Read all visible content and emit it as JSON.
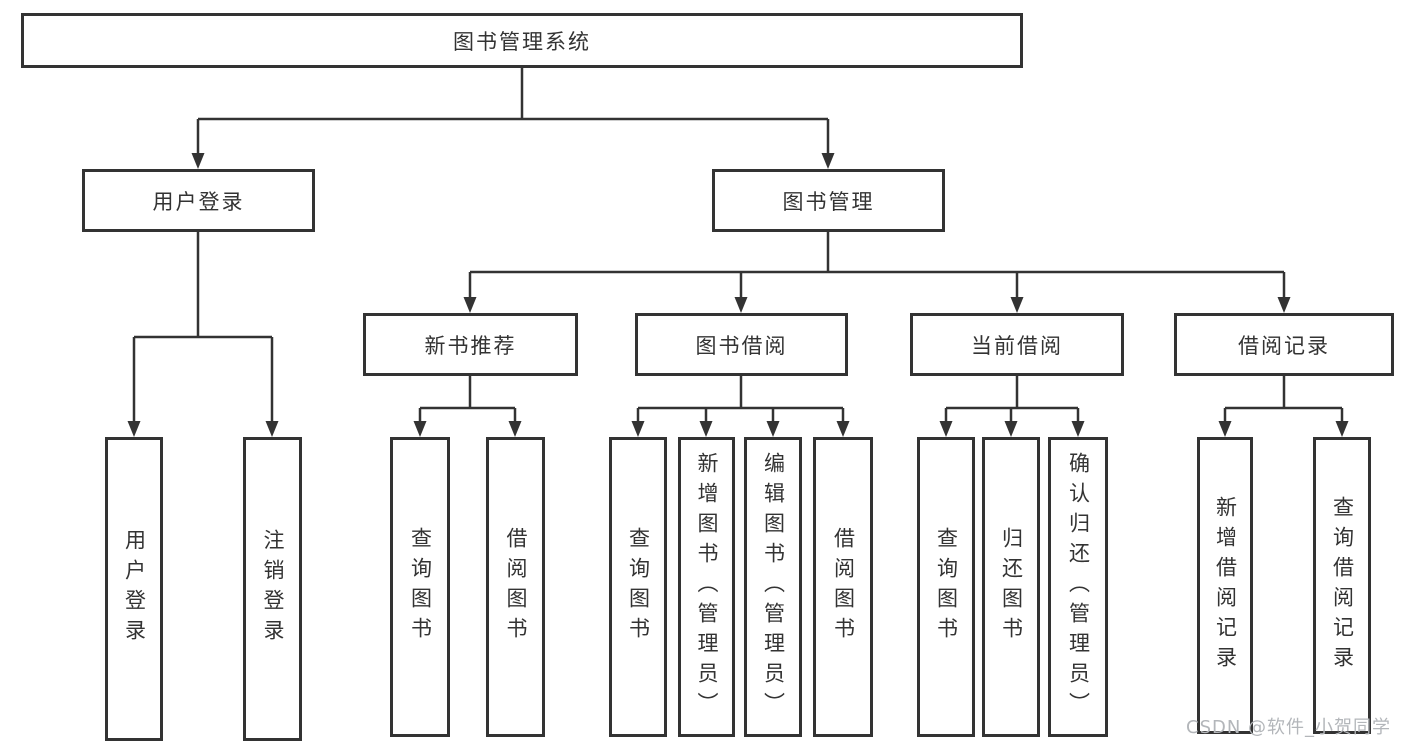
{
  "diagram_title": "图书管理系统",
  "tree": {
    "root": {
      "label": "图书管理系统",
      "children": [
        {
          "label": "用户登录",
          "children": [
            {
              "label": "用户登录"
            },
            {
              "label": "注销登录"
            }
          ]
        },
        {
          "label": "图书管理",
          "children": [
            {
              "label": "新书推荐",
              "children": [
                {
                  "label": "查询图书"
                },
                {
                  "label": "借阅图书"
                }
              ]
            },
            {
              "label": "图书借阅",
              "children": [
                {
                  "label": "查询图书"
                },
                {
                  "label": "新增图书（管理员）"
                },
                {
                  "label": "编辑图书（管理员）"
                },
                {
                  "label": "借阅图书"
                }
              ]
            },
            {
              "label": "当前借阅",
              "children": [
                {
                  "label": "查询图书"
                },
                {
                  "label": "归还图书"
                },
                {
                  "label": "确认归还（管理员）"
                }
              ]
            },
            {
              "label": "借阅记录",
              "children": [
                {
                  "label": "新增借阅记录"
                },
                {
                  "label": "查询借阅记录"
                }
              ]
            }
          ]
        }
      ]
    }
  },
  "watermark": "CSDN @软件_小贺同学",
  "colors": {
    "line": "#333333",
    "box_border": "#333333",
    "text": "#333333",
    "watermark": "#b3b6ba",
    "background": "#ffffff"
  }
}
